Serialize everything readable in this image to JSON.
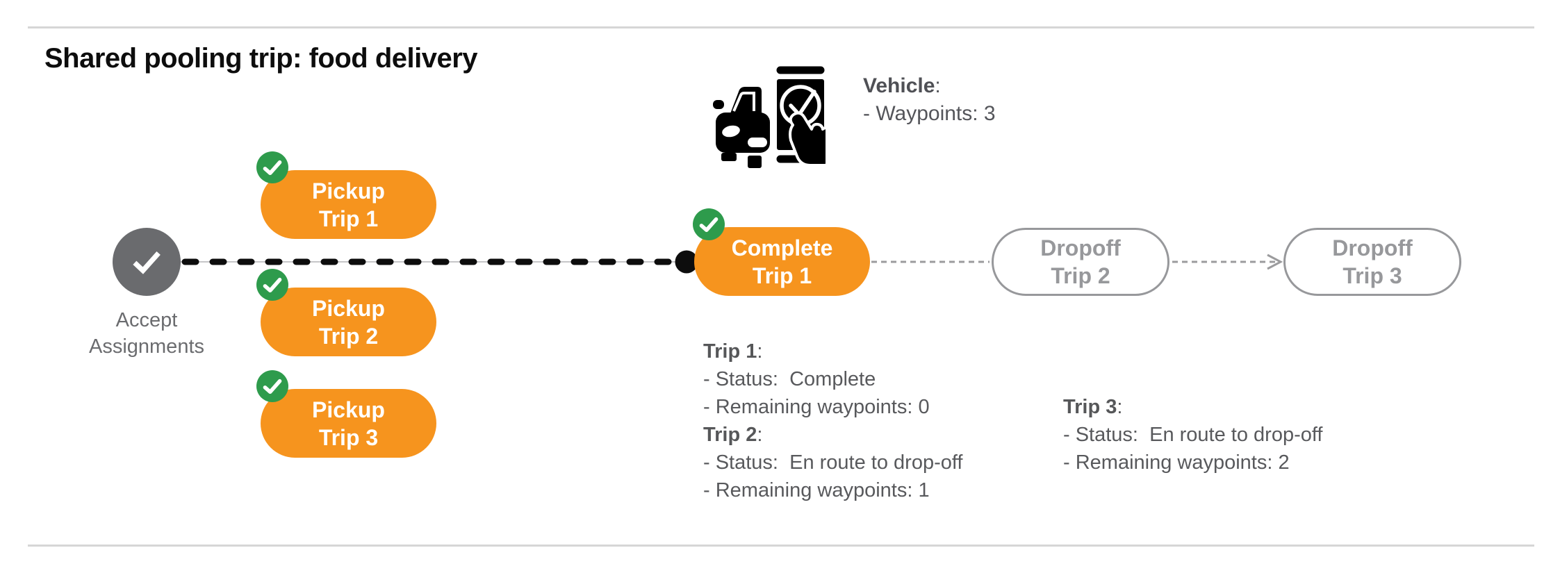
{
  "title": "Shared pooling trip: food delivery",
  "vehicle": {
    "icon": "car-phone-check-icon",
    "label": "Vehicle",
    "colon": ":",
    "waypoints_line": "- Waypoints: 3"
  },
  "flow": {
    "start": {
      "icon": "checkmark-icon",
      "line1": "Accept",
      "line2": "Assignments"
    },
    "pickups": [
      {
        "line1": "Pickup",
        "line2": "Trip 1",
        "badge": "check-badge"
      },
      {
        "line1": "Pickup",
        "line2": "Trip 2",
        "badge": "check-badge"
      },
      {
        "line1": "Pickup",
        "line2": "Trip 3",
        "badge": "check-badge"
      }
    ],
    "complete": {
      "line1": "Complete",
      "line2": "Trip 1",
      "badge": "check-badge"
    },
    "dropoffs": [
      {
        "line1": "Dropoff",
        "line2": "Trip 2"
      },
      {
        "line1": "Dropoff",
        "line2": "Trip 3"
      }
    ]
  },
  "status": {
    "left": [
      {
        "header": "Trip 1",
        "colon": ":",
        "lines": [
          "- Status:  Complete",
          "- Remaining waypoints: 0"
        ]
      },
      {
        "header": "Trip 2",
        "colon": ":",
        "lines": [
          "- Status:  En route to drop-off",
          "- Remaining waypoints: 1"
        ]
      }
    ],
    "right": [
      {
        "header": "Trip 3",
        "colon": ":",
        "lines": [
          "- Status:  En route to drop-off",
          "- Remaining waypoints: 2"
        ]
      }
    ]
  },
  "colors": {
    "orange": "#F6941E",
    "green": "#2E9B4C",
    "node_gray": "#6A6B6E",
    "text_gray": "#58595C",
    "muted_gray": "#97989B",
    "line_black": "#0D0D0D",
    "divider_gray": "#D6D6D6"
  }
}
